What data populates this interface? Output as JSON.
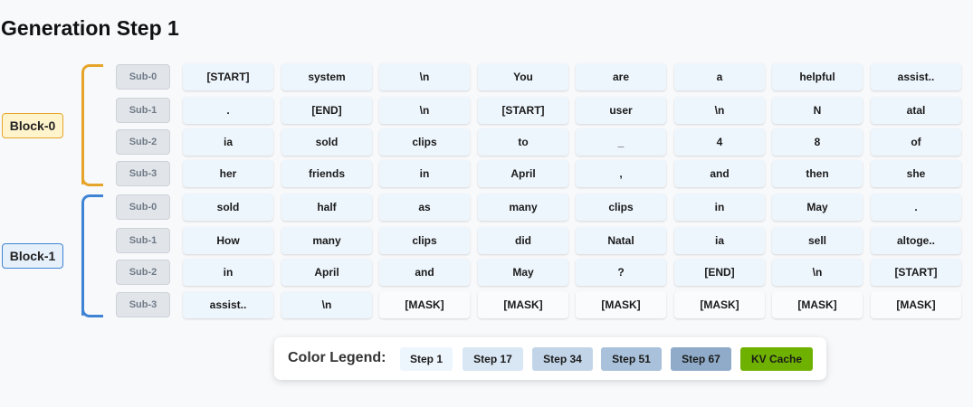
{
  "title": "Generation Step 1",
  "colors": {
    "block0_accent": "#e6a52a",
    "block0_fill": "#fff4cc",
    "block1_accent": "#3f84d4",
    "block1_fill": "#e6f0fb",
    "token_fill": "#eef6fd",
    "kv_cache": "#6fb100"
  },
  "blocks": [
    {
      "label": "Block-0",
      "rows": [
        {
          "sub": "Sub-0",
          "tokens": [
            "[START]",
            "system",
            "\\n",
            "You",
            "are",
            "a",
            "helpful",
            "assist.."
          ]
        },
        {
          "sub": "Sub-1",
          "tokens": [
            ".",
            "[END]",
            "\\n",
            "[START]",
            "user",
            "\\n",
            "N",
            "atal"
          ]
        },
        {
          "sub": "Sub-2",
          "tokens": [
            "ia",
            "sold",
            "clips",
            "to",
            "_",
            "4",
            "8",
            "of"
          ]
        },
        {
          "sub": "Sub-3",
          "tokens": [
            "her",
            "friends",
            "in",
            "April",
            ",",
            "and",
            "then",
            "she"
          ]
        }
      ]
    },
    {
      "label": "Block-1",
      "rows": [
        {
          "sub": "Sub-0",
          "tokens": [
            "sold",
            "half",
            "as",
            "many",
            "clips",
            "in",
            "May",
            "."
          ]
        },
        {
          "sub": "Sub-1",
          "tokens": [
            "How",
            "many",
            "clips",
            "did",
            "Natal",
            "ia",
            "sell",
            "altoge.."
          ]
        },
        {
          "sub": "Sub-2",
          "tokens": [
            "in",
            "April",
            "and",
            "May",
            "?",
            "[END]",
            "\\n",
            "[START]"
          ]
        },
        {
          "sub": "Sub-3",
          "tokens": [
            "assist..",
            "\\n",
            "[MASK]",
            "[MASK]",
            "[MASK]",
            "[MASK]",
            "[MASK]",
            "[MASK]"
          ]
        }
      ]
    }
  ],
  "legend": {
    "title": "Color Legend:",
    "items": [
      {
        "label": "Step 1",
        "color": "#eef6fd"
      },
      {
        "label": "Step 17",
        "color": "#d9e7f4"
      },
      {
        "label": "Step 34",
        "color": "#c2d5e8"
      },
      {
        "label": "Step 51",
        "color": "#a9c1da"
      },
      {
        "label": "Step 67",
        "color": "#8fabc9"
      },
      {
        "label": "KV Cache",
        "color": "#6fb100"
      }
    ]
  }
}
